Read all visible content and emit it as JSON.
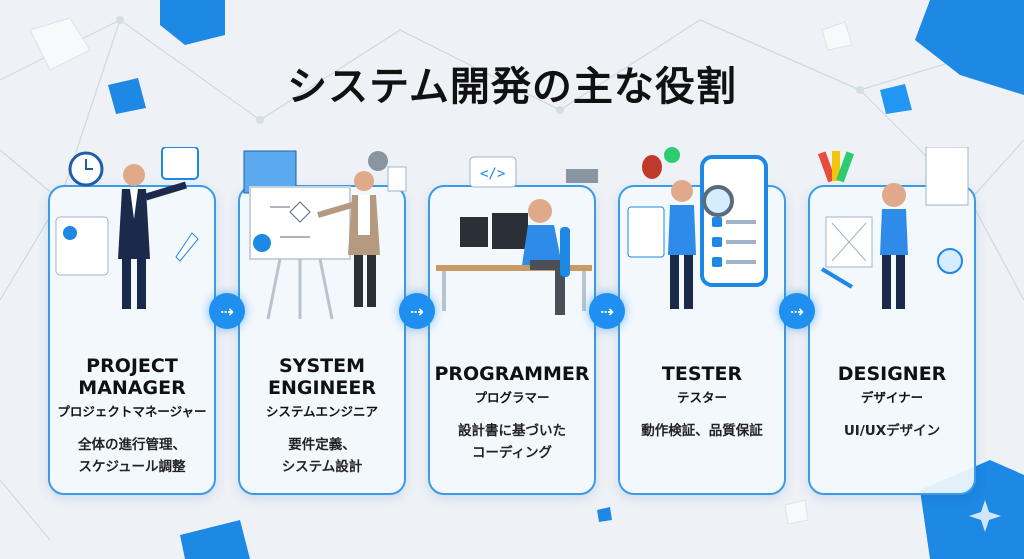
{
  "title": "システム開発の主な役割",
  "arrow_glyph": "⇢",
  "roles": [
    {
      "en1": "PROJECT",
      "en2": "MANAGER",
      "ja": "プロジェクトマネージャー",
      "d1": "全体の進行管理、",
      "d2": "スケジュール調整"
    },
    {
      "en1": "SYSTEM",
      "en2": "ENGINEER",
      "ja": "システムエンジニア",
      "d1": "要件定義、",
      "d2": "システム設計"
    },
    {
      "en1": "PROGRAMMER",
      "en2": "",
      "ja": "プログラマー",
      "d1": "設計書に基づいた",
      "d2": "コーディング"
    },
    {
      "en1": "TESTER",
      "en2": "",
      "ja": "テスター",
      "d1": "動作検証、品質保証",
      "d2": ""
    },
    {
      "en1": "DESIGNER",
      "en2": "",
      "ja": "デザイナー",
      "d1": "UI/UXデザイン",
      "d2": ""
    }
  ],
  "colors": {
    "accent": "#1f8ff0",
    "border": "#3a9be6"
  }
}
